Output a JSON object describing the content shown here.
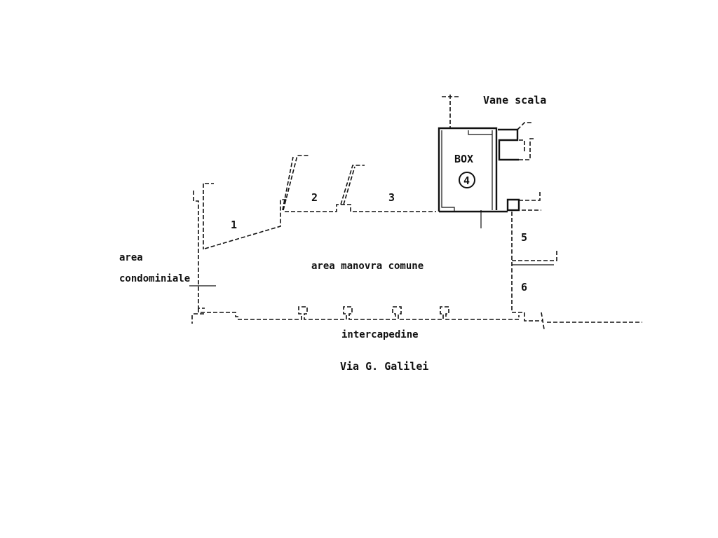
{
  "labels": {
    "vane_scala": "Vane scala",
    "box": "BOX",
    "box_number": "4",
    "area": "area",
    "condominiale": "condominiale",
    "area_manovra": "area manovra comune",
    "intercapedine": "intercapedine",
    "street": "Via G. Galilei",
    "space_1": "1",
    "space_2": "2",
    "space_3": "3",
    "space_5": "5",
    "space_6": "6"
  }
}
